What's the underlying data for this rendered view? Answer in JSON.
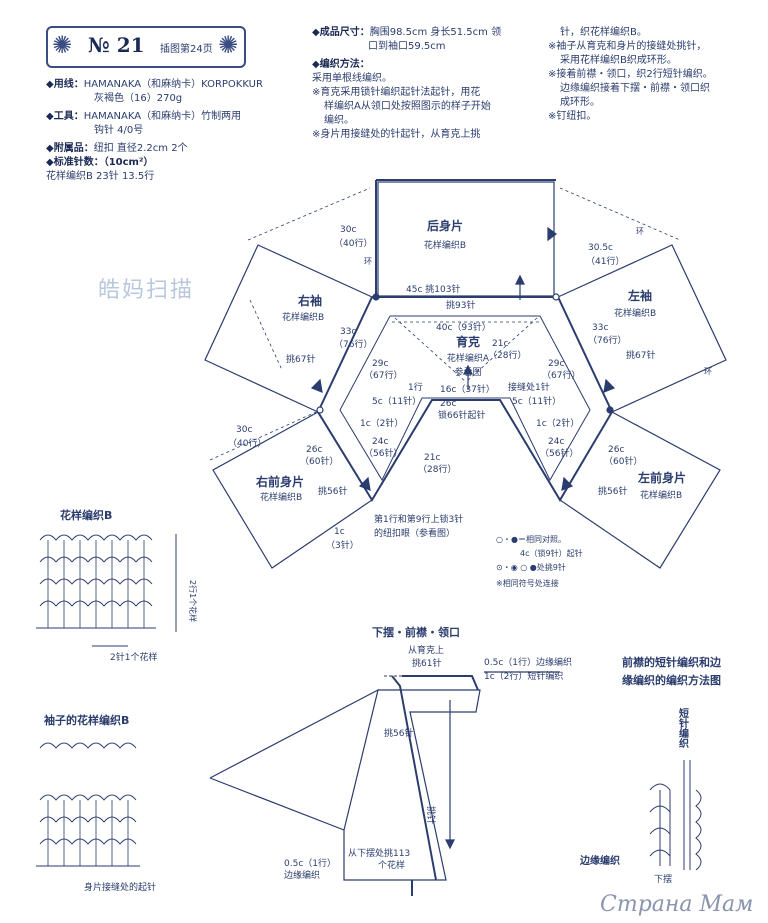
{
  "header": {
    "badge_no": "№ 21",
    "badge_page": "插图第24页",
    "yarn_label": "◆用线：",
    "yarn_text1": "HAMANAKA（和麻纳卡）KORPOKKUR",
    "yarn_text2": "灰褐色（16）270g",
    "tool_label": "◆工具：",
    "tool_text1": "HAMANAKA（和麻纳卡）竹制两用",
    "tool_text2": "钩针 4/0号",
    "acc_label": "◆附属品：",
    "acc_text": "纽扣 直径2.2cm 2个",
    "gauge_label": "◆标准针数：（10cm²）",
    "gauge_text": "花样编织B 23针 13.5行",
    "size_label": "◆成品尺寸：",
    "size_text1": "胸围98.5cm 身长51.5cm 领",
    "size_text2": "口到袖口59.5cm",
    "method_label": "◆编织方法：",
    "method_1": "采用单根线编织。",
    "method_2a": "※育克采用锁针编织起针法起针，用花",
    "method_2b": "样编织A从领口处按照图示的样子开始",
    "method_2c": "编织。",
    "method_3a": "※身片用接缝处的针起针，从育克上挑",
    "col3_1": "针，织花样编织B。",
    "col3_2": "※袖子从育克和身片的接缝处挑针，",
    "col3_3": "采用花样编织B织成环形。",
    "col3_4": "※接着前襟・领口，织2行短针编织。",
    "col3_5": "边缘编织接着下摆・前襟・领口织",
    "col3_6": "成环形。",
    "col3_7": "※钉纽扣。"
  },
  "watermark": "皓妈扫描",
  "brand": "Страна Мам",
  "diagram": {
    "back_title": "后身片",
    "back_sub": "花样编织B",
    "back_left_dim": "30c",
    "back_left_rows": "（40行）",
    "right_sleeve_title": "右袖",
    "right_sleeve_sub": "花样编织B",
    "left_sleeve_title": "左袖",
    "left_sleeve_sub": "花样编织B",
    "left_sleeve_dim": "30.5c",
    "left_sleeve_rows": "（41行）",
    "ring": "环",
    "yoke_title": "育克",
    "yoke_sub": "花样编织A",
    "yoke_ref": "参看图",
    "top_45": "45c 挑103针",
    "top_93": "挑93针",
    "yoke_40": "40c（93针）",
    "dim_33": "33c",
    "dim_76": "（76行）",
    "pick_67": "挑67针",
    "dim_29": "29c",
    "dim_67": "（67行）",
    "dim_21": "21c",
    "dim_28": "（28行）",
    "dim_1row": "1行",
    "dim_16": "16c（37针）",
    "dim_5": "5c（11针）",
    "dim_1c": "1c（2针）",
    "dim_26": "26c",
    "dim_60": "（60针）",
    "dim_24": "24c",
    "dim_56": "（56针）",
    "chain_66": "锁66针起针",
    "cont_1": "接缝处1针",
    "pick_56": "挑56针",
    "right_front_title": "右前身片",
    "right_front_sub": "花样编织B",
    "left_front_title": "左前身片",
    "left_front_sub": "花样编织B",
    "front_left_dim": "30c",
    "front_left_rows": "（40行）",
    "buttonhole_1": "第1行和第9行上锁3针",
    "buttonhole_2": "的纽扣眼（参看图）",
    "bh_1c": "1c",
    "bh_3": "（3针）",
    "legend_1": "○・●＝相同对照。",
    "legend_2": "4c（锁9针）起针",
    "legend_3": "⊙・◉ ○ ●处挑9针",
    "legend_4": "※相同符号处连接"
  },
  "pattern_b": {
    "title": "花样编织B",
    "repeat": "2针1个花样",
    "rows_2": "2行1个花样"
  },
  "sleeve_b": {
    "title": "袖子的花样编织B",
    "start": "身片接缝处的起针"
  },
  "hem": {
    "title": "下摆・前襟・领口",
    "from_yoke": "从育克上",
    "pick_61": "挑61针",
    "edge_05": "0.5c（1行）边缘编织",
    "short_1c": "1c（2行）短针编织",
    "pick_56b": "挑56针",
    "pick_col": "挑针",
    "from_bottom": "从下摆处挑113",
    "pattern_count": "个花样",
    "edge_bottom1": "0.5c（1行）",
    "edge_bottom2": "边缘编织"
  },
  "method_box": {
    "title1": "前襟的短针编织和边",
    "title2": "缘编织的编织方法图",
    "short_v": "短针编织",
    "edge": "边缘编织",
    "bottom": "下摆"
  }
}
